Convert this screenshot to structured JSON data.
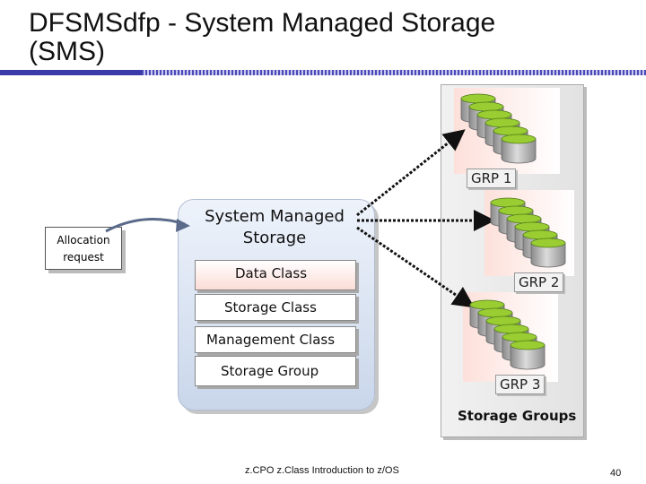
{
  "slide": {
    "title_line1": "DFSMSdfp -  System Managed Storage",
    "title_line2": "(SMS)"
  },
  "allocation": {
    "line1": "Allocation",
    "line2": "request"
  },
  "sms": {
    "title_line1": "System Managed",
    "title_line2": "Storage",
    "classes": [
      "Data  Class",
      "Storage  Class",
      "Management  Class",
      "Storage  Group"
    ]
  },
  "groups": {
    "grp1": "GRP  1",
    "grp2": "GRP  2",
    "grp3": "GRP  3",
    "label": "Storage Groups"
  },
  "footer": {
    "text": "z.CPO z.Class Introduction to z/OS",
    "page": "40"
  },
  "colors": {
    "accent_bar": "#3a3aa8",
    "disk_top": "#9acd32",
    "disk_body": "#bdbdbd",
    "group_bg": "#fde0da"
  },
  "icons": [
    "arrow-icon",
    "disk-stack-icon"
  ]
}
